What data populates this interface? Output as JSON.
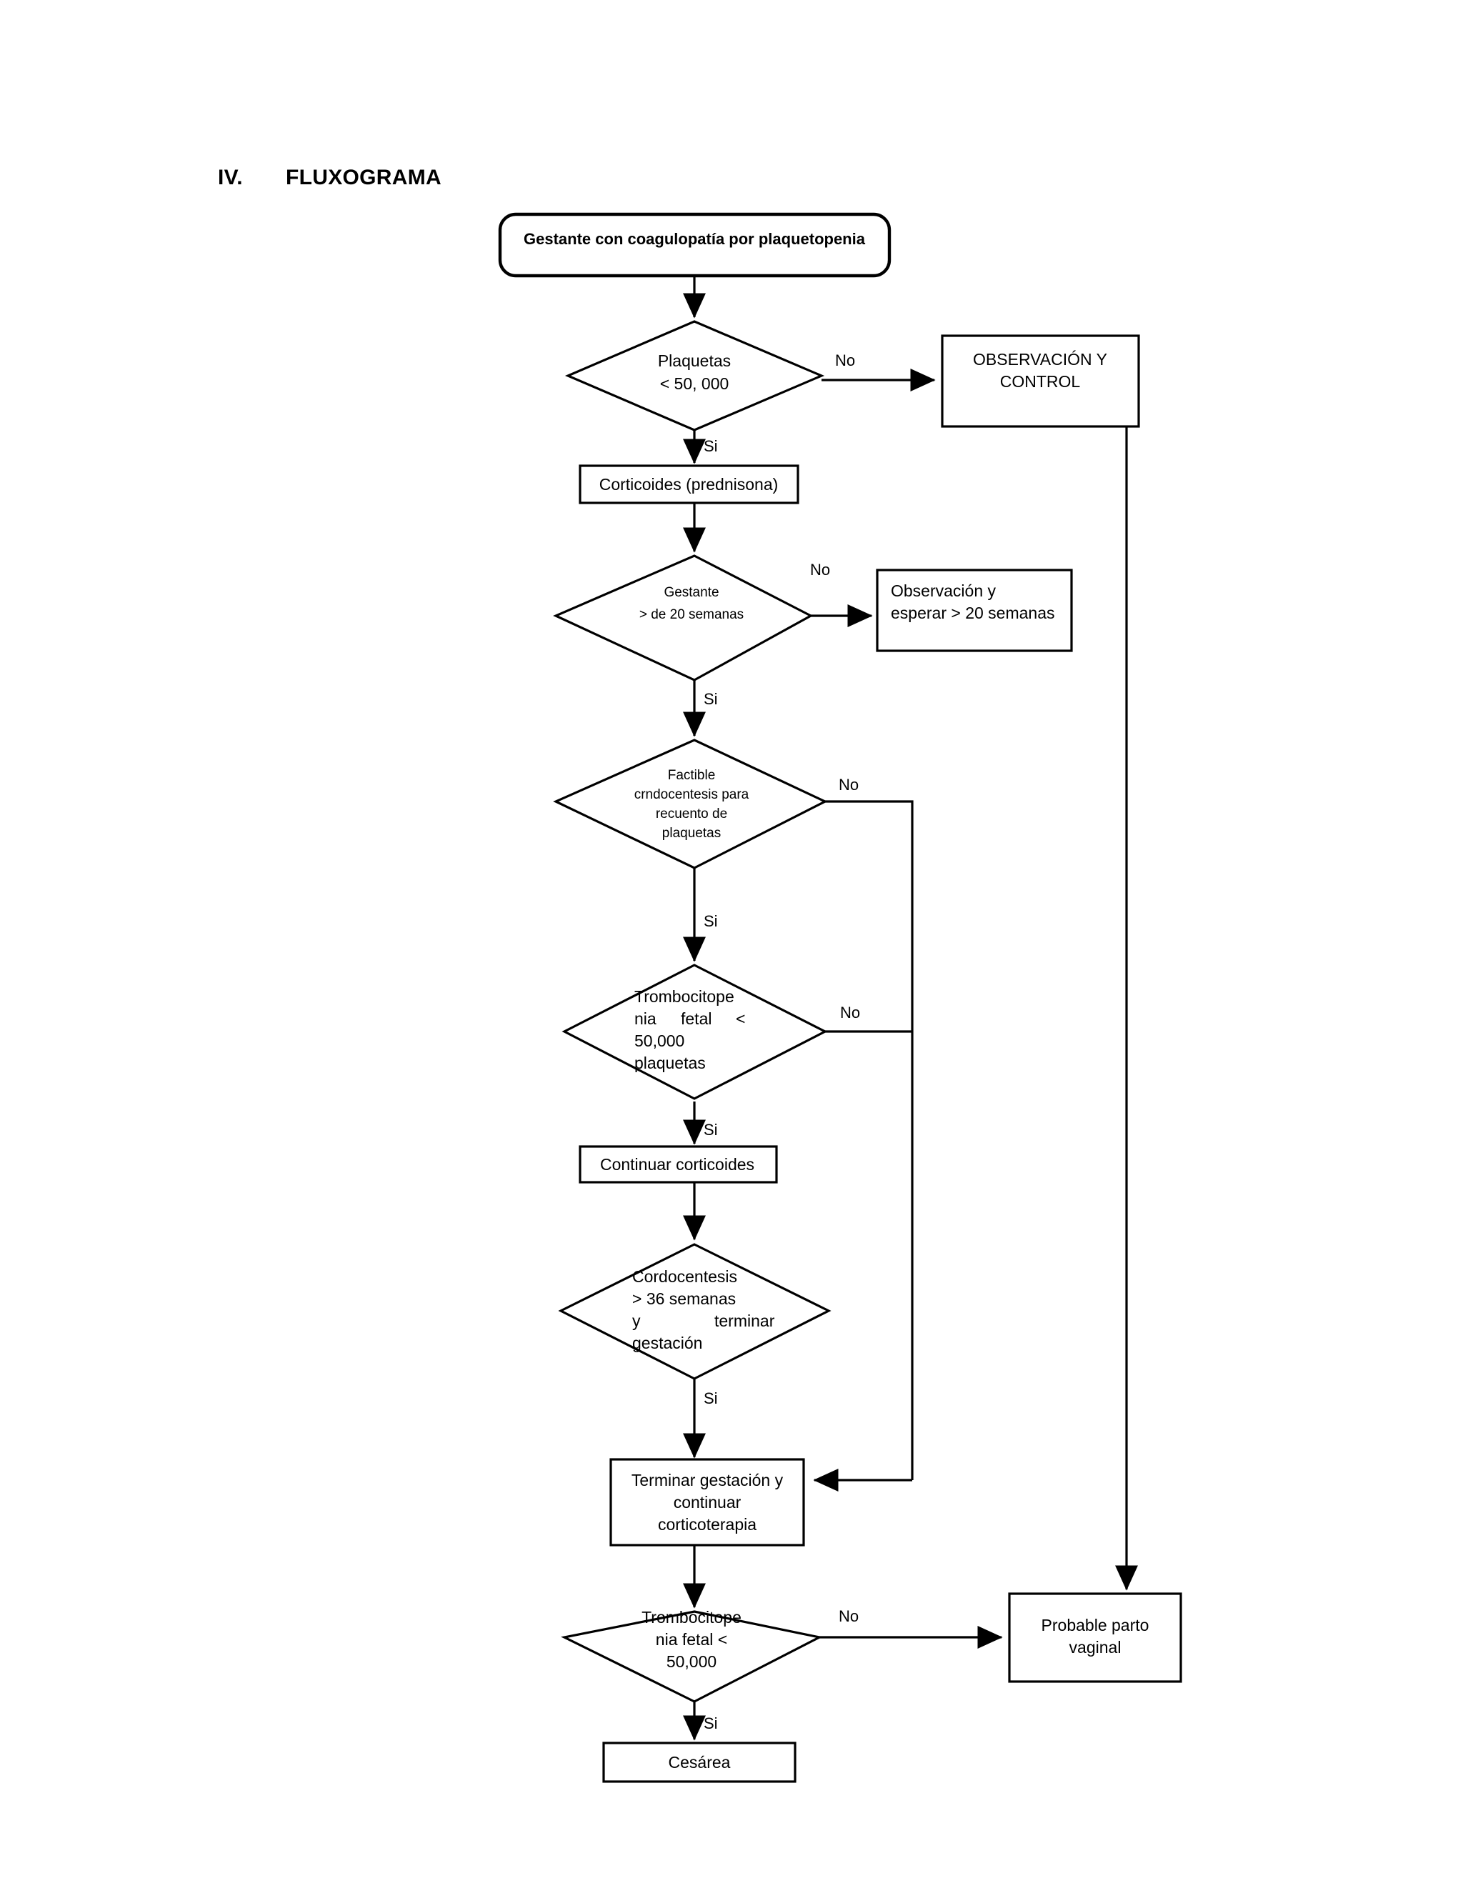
{
  "page": {
    "section_number": "IV.",
    "section_title": "FLUXOGRAMA",
    "background": "#ffffff",
    "line_color": "#000000"
  },
  "chart_data": {
    "type": "diagram",
    "subtype": "flowchart",
    "title": "FLUXOGRAMA",
    "nodes": [
      {
        "id": "n1",
        "shape": "rounded-rect",
        "label": "Gestante con coagulopatía por plaquetopenia"
      },
      {
        "id": "n2",
        "shape": "diamond",
        "label_lines": [
          "Plaquetas",
          "< 50, 000"
        ]
      },
      {
        "id": "n3",
        "shape": "rect",
        "label": "OBSERVACIÓN Y CONTROL",
        "label_lines": [
          "OBSERVACIÓN Y",
          "CONTROL"
        ]
      },
      {
        "id": "n4",
        "shape": "rect",
        "label": "Corticoides (prednisona)"
      },
      {
        "id": "n5",
        "shape": "diamond",
        "label_lines": [
          "Gestante",
          "> de 20 semanas"
        ]
      },
      {
        "id": "n6",
        "shape": "rect",
        "label_lines": [
          "Observación y",
          "esperar > 20 semanas"
        ]
      },
      {
        "id": "n7",
        "shape": "diamond",
        "label_lines": [
          "Factible",
          "crndocentesis para",
          "recuento de",
          "plaquetas"
        ]
      },
      {
        "id": "n8",
        "shape": "diamond",
        "label_lines": [
          "Trombocitope",
          "nia      fetal      <",
          "50,000",
          "plaquetas"
        ]
      },
      {
        "id": "n9",
        "shape": "rect",
        "label": "Continuar corticoides"
      },
      {
        "id": "n10",
        "shape": "diamond",
        "label_lines": [
          "Cordocentesis",
          "> 36  semanas",
          "y          terminar",
          "gestación"
        ]
      },
      {
        "id": "n11",
        "shape": "rect",
        "label_lines": [
          "Terminar gestación y",
          "continuar",
          "corticoterapia"
        ]
      },
      {
        "id": "n12",
        "shape": "diamond",
        "label_lines": [
          "Trombocitope",
          "nia fetal <",
          "50,000"
        ]
      },
      {
        "id": "n13",
        "shape": "rect",
        "label_lines": [
          "Probable parto",
          "vaginal"
        ]
      },
      {
        "id": "n14",
        "shape": "rect",
        "label": "Cesárea"
      }
    ],
    "edges": [
      {
        "from": "n1",
        "to": "n2",
        "label": ""
      },
      {
        "from": "n2",
        "to": "n3",
        "label": "No"
      },
      {
        "from": "n2",
        "to": "n4",
        "label": "Si"
      },
      {
        "from": "n4",
        "to": "n5",
        "label": ""
      },
      {
        "from": "n5",
        "to": "n6",
        "label": "No"
      },
      {
        "from": "n5",
        "to": "n7",
        "label": "Si"
      },
      {
        "from": "n7",
        "to": "n11",
        "label": "No"
      },
      {
        "from": "n7",
        "to": "n8",
        "label": "Si"
      },
      {
        "from": "n8",
        "to": "n11",
        "label": "No"
      },
      {
        "from": "n8",
        "to": "n9",
        "label": "Si"
      },
      {
        "from": "n9",
        "to": "n10",
        "label": ""
      },
      {
        "from": "n10",
        "to": "n11",
        "label": "Si"
      },
      {
        "from": "n11",
        "to": "n12",
        "label": ""
      },
      {
        "from": "n12",
        "to": "n13",
        "label": "No"
      },
      {
        "from": "n12",
        "to": "n14",
        "label": "Si"
      },
      {
        "from": "n3",
        "to": "n13",
        "label": ""
      }
    ],
    "edge_labels": {
      "yes": "Si",
      "no": "No"
    }
  },
  "labels": {
    "n1": "Gestante con coagulopatía por plaquetopenia",
    "n2_l1": "Plaquetas",
    "n2_l2": "< 50, 000",
    "n3_l1": "OBSERVACIÓN Y",
    "n3_l2": "CONTROL",
    "n4": "Corticoides (prednisona)",
    "n5_l1": "Gestante",
    "n5_l2": "> de 20 semanas",
    "n6_l1": "Observación y",
    "n6_l2": "esperar > 20 semanas",
    "n7_l1": "Factible",
    "n7_l2": "crndocentesis para",
    "n7_l3": "recuento de",
    "n7_l4": "plaquetas",
    "n8_l1": "Trombocitope",
    "n8_l2": "nia",
    "n8_l2b": "fetal",
    "n8_l2c": "<",
    "n8_l3": "50,000",
    "n8_l4": "plaquetas",
    "n9": "Continuar corticoides",
    "n10_l1": "Cordocentesis",
    "n10_l2": "> 36  semanas",
    "n10_l3a": "y",
    "n10_l3b": "terminar",
    "n10_l4": "gestación",
    "n11_l1": "Terminar gestación y",
    "n11_l2": "continuar",
    "n11_l3": "corticoterapia",
    "n12_l1": "Trombocitope",
    "n12_l2": "nia fetal <",
    "n12_l3": "50,000",
    "n13_l1": "Probable parto",
    "n13_l2": "vaginal",
    "n14": "Cesárea",
    "e_no_1": "No",
    "e_si_1": "Si",
    "e_no_2": "No",
    "e_si_2": "Si",
    "e_no_3": "No",
    "e_si_3": "Si",
    "e_no_4": "No",
    "e_si_4": "Si",
    "e_si_5": "Si",
    "e_no_5": "No",
    "e_si_6": "Si"
  }
}
